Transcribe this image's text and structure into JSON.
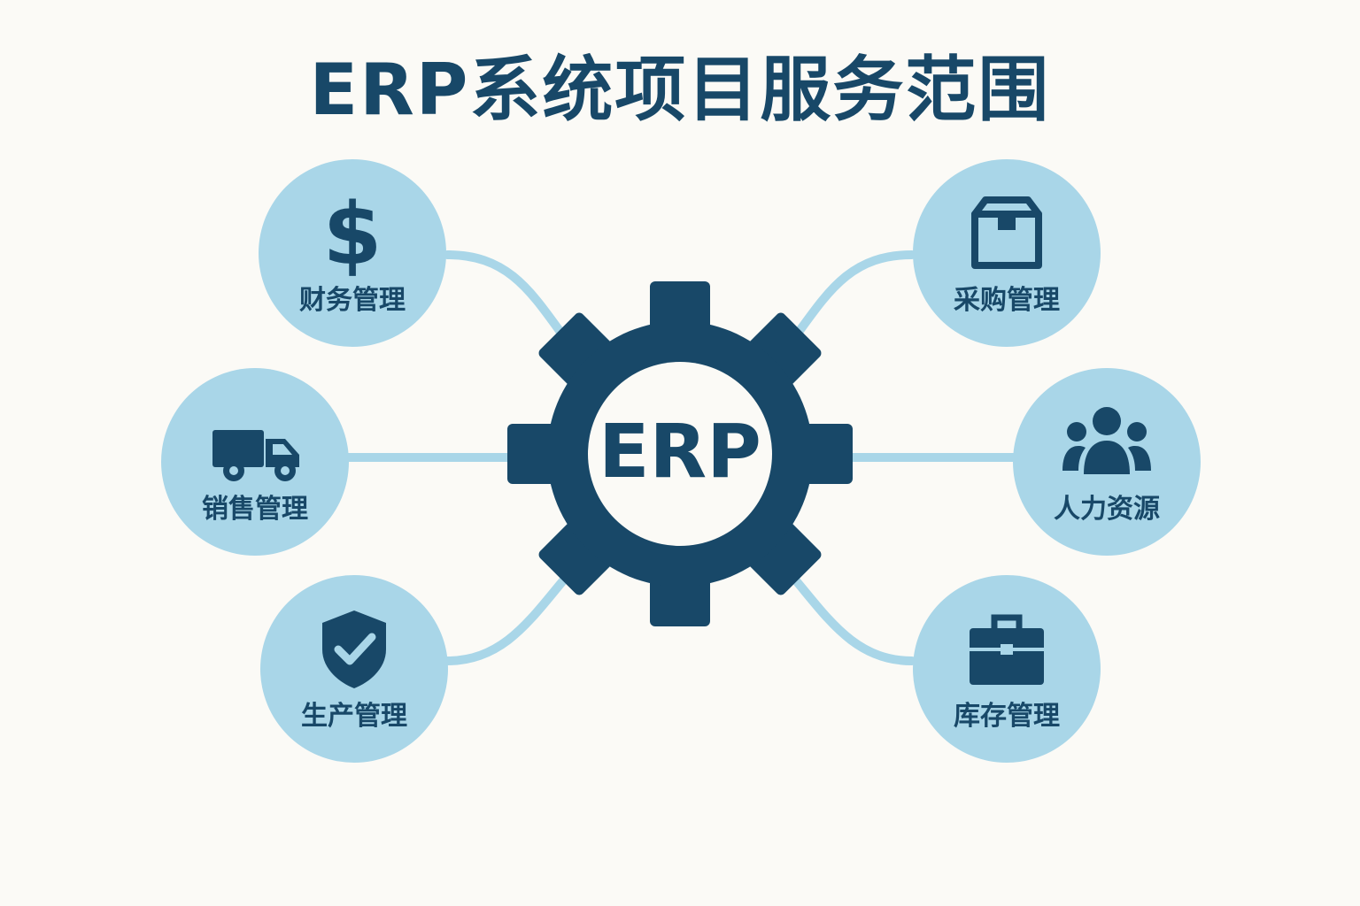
{
  "title": "ERP系统项目服务范围",
  "center": {
    "label": "ERP",
    "icon": "gear-icon"
  },
  "colors": {
    "primary": "#184868",
    "circle": "#a9d6e8",
    "connector": "#a9d6e8",
    "background": "#fbfaf6"
  },
  "modules": [
    {
      "label": "财务管理",
      "icon": "dollar-icon"
    },
    {
      "label": "销售管理",
      "icon": "truck-icon"
    },
    {
      "label": "生产管理",
      "icon": "shield-check-icon"
    },
    {
      "label": "采购管理",
      "icon": "box-icon"
    },
    {
      "label": "人力资源",
      "icon": "people-icon"
    },
    {
      "label": "库存管理",
      "icon": "briefcase-icon"
    }
  ]
}
